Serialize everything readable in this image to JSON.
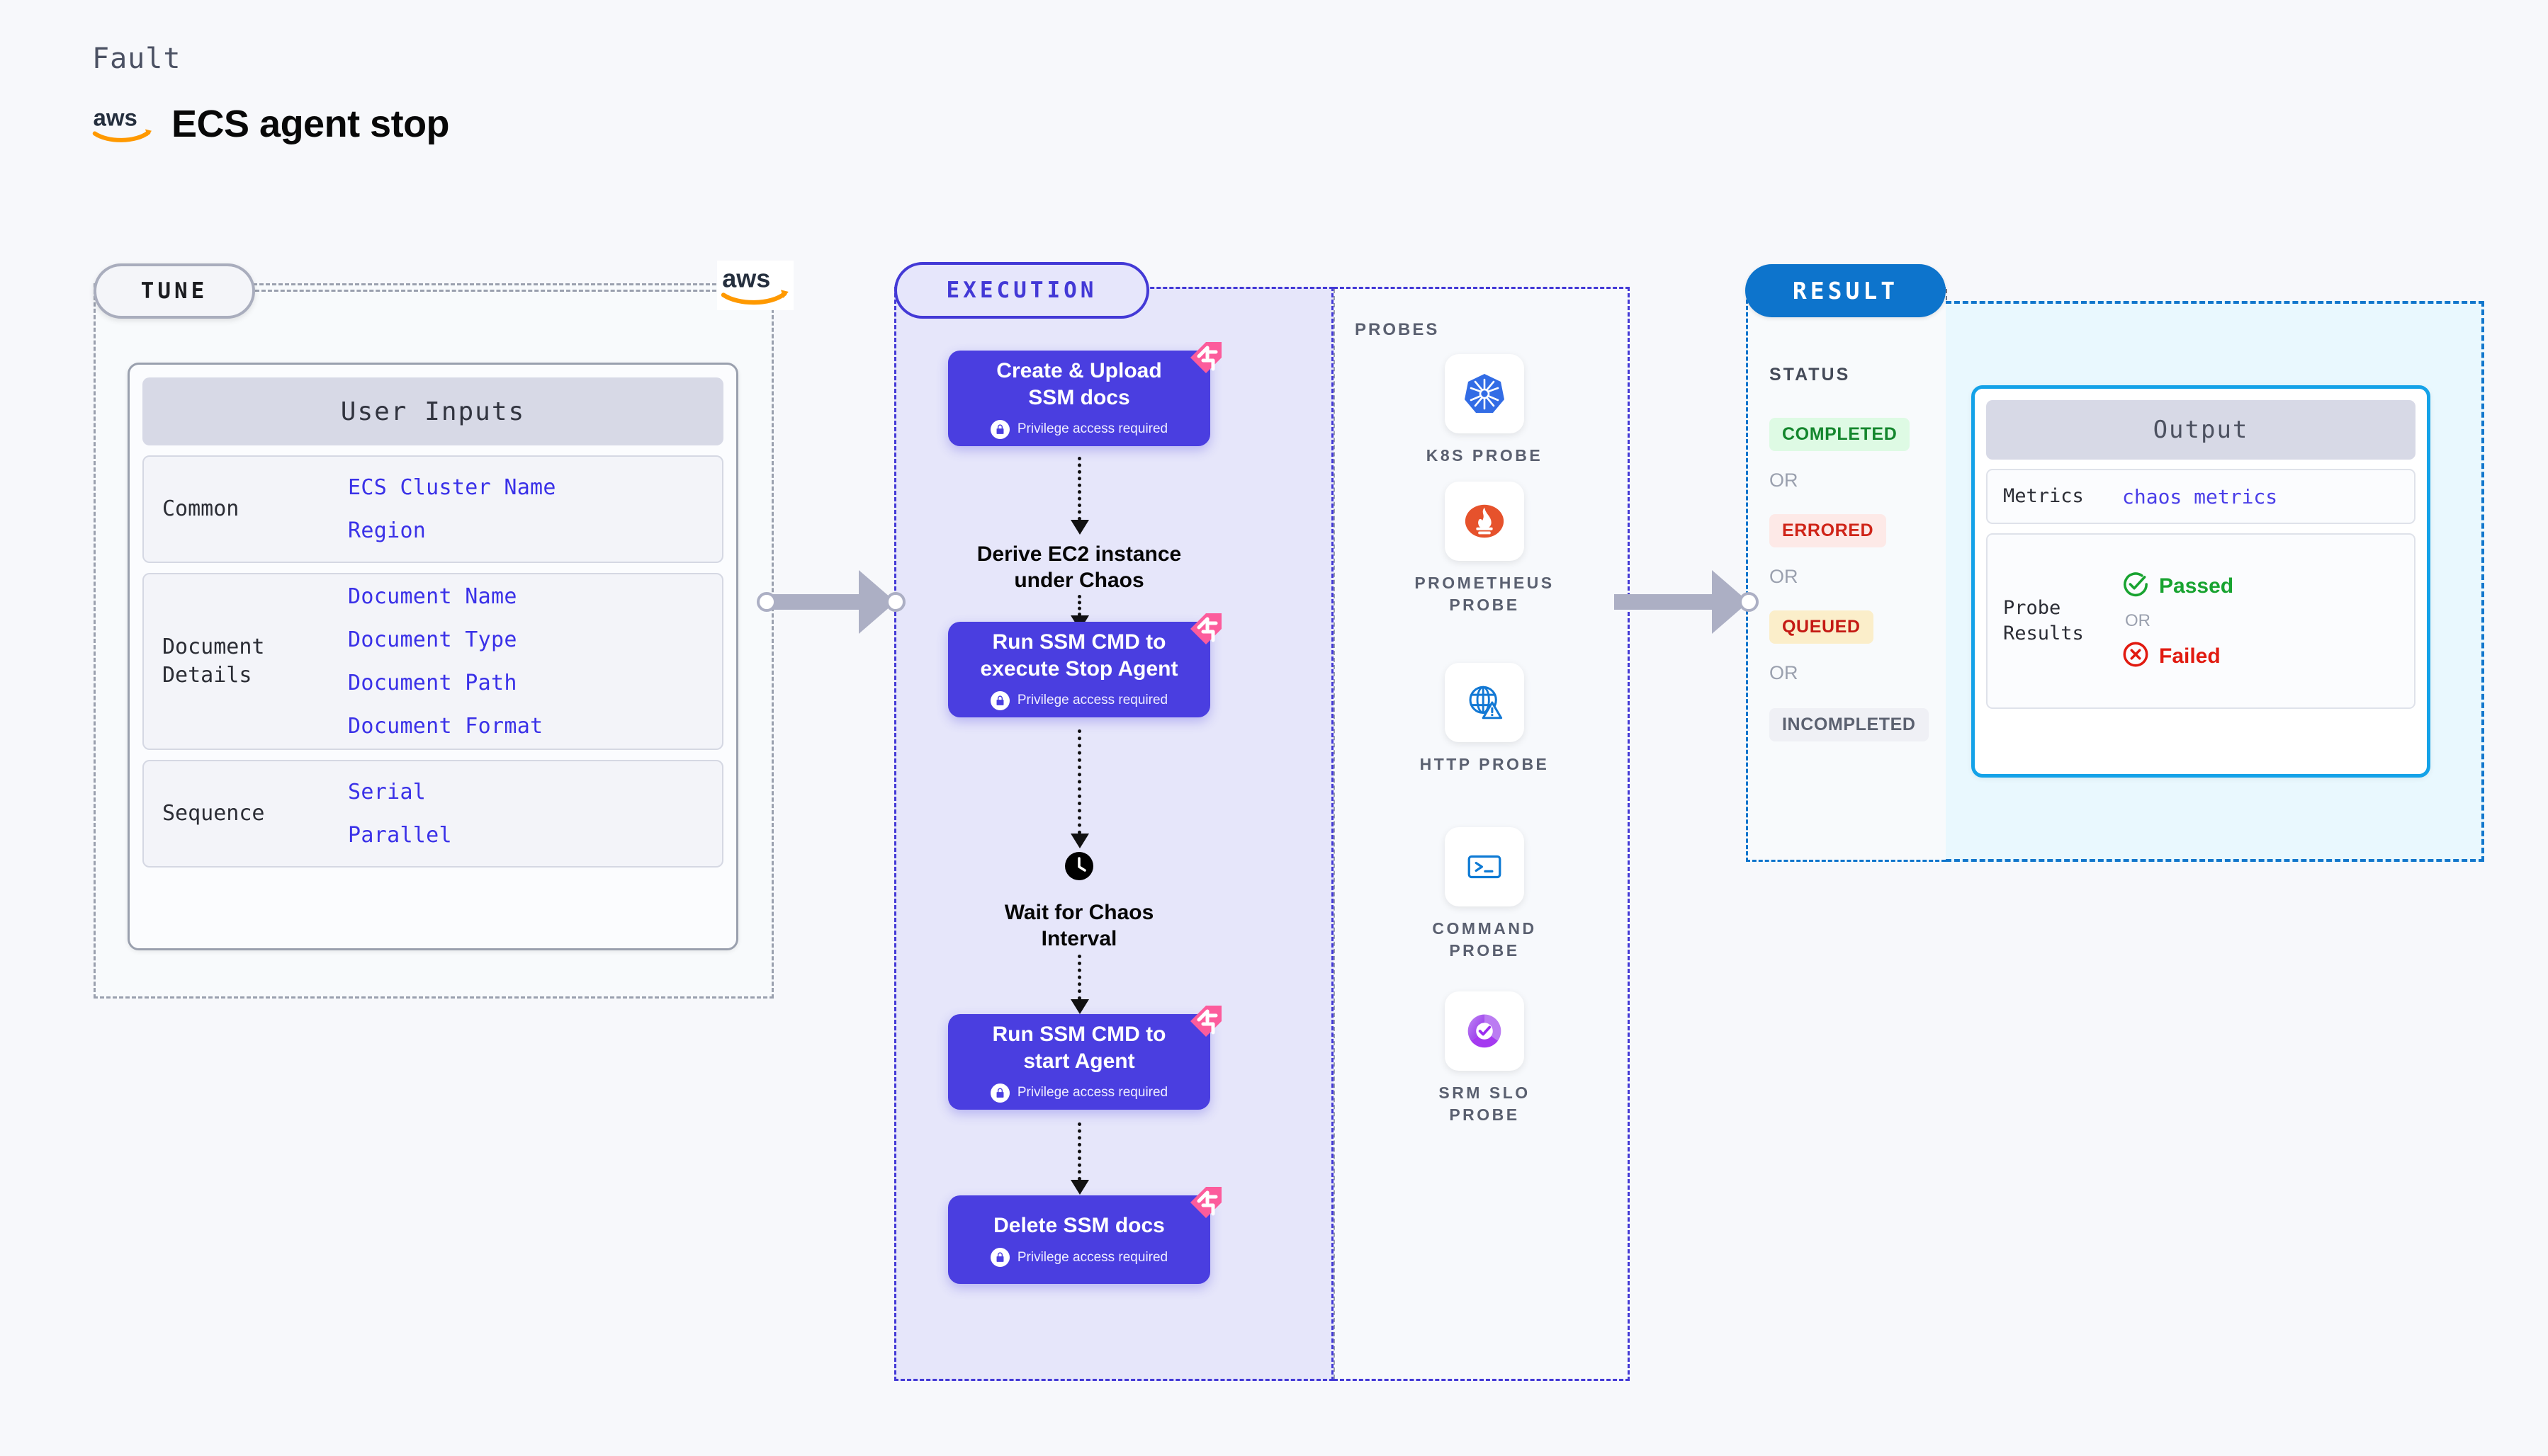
{
  "header": {
    "kicker": "Fault",
    "title": "ECS agent stop",
    "logo_icon": "aws-logo"
  },
  "tune": {
    "pill_label": "TUNE",
    "badge_logo_icon": "aws-logo",
    "card": {
      "header": "User Inputs",
      "groups": [
        {
          "label": "Common",
          "values": [
            "ECS Cluster Name",
            "Region"
          ]
        },
        {
          "label": "Document\nDetails",
          "label_line1": "Document",
          "label_line2": "Details",
          "values": [
            "Document Name",
            "Document Type",
            "Document Path",
            "Document Format"
          ]
        },
        {
          "label": "Sequence",
          "values": [
            "Serial",
            "Parallel"
          ]
        }
      ]
    }
  },
  "execution": {
    "pill_label": "EXECUTION",
    "privilege_note": "Privilege access required",
    "nodes": [
      {
        "type": "task",
        "title_line1": "Create & Upload",
        "title_line2": "SSM docs",
        "privileged": true,
        "ribbon": true
      },
      {
        "type": "plain",
        "title_line1": "Derive EC2 instance",
        "title_line2": "under Chaos",
        "icon": "none"
      },
      {
        "type": "task",
        "title_line1": "Run SSM CMD to",
        "title_line2": "execute Stop Agent",
        "privileged": true,
        "ribbon": true
      },
      {
        "type": "plain",
        "title_line1": "Wait for Chaos",
        "title_line2": "Interval",
        "icon": "clock-icon"
      },
      {
        "type": "task",
        "title_line1": "Run SSM CMD to",
        "title_line2": "start Agent",
        "privileged": true,
        "ribbon": true
      },
      {
        "type": "task",
        "title_line1": "Delete SSM docs",
        "title_line2": "",
        "privileged": true,
        "ribbon": true
      }
    ]
  },
  "probes": {
    "section_label": "PROBES",
    "items": [
      {
        "icon": "kubernetes-icon",
        "label_line1": "K8S  PROBE",
        "label_line2": ""
      },
      {
        "icon": "prometheus-icon",
        "label_line1": "PROMETHEUS",
        "label_line2": "PROBE"
      },
      {
        "icon": "http-globe-warning-icon",
        "label_line1": "HTTP  PROBE",
        "label_line2": ""
      },
      {
        "icon": "terminal-icon",
        "label_line1": "COMMAND",
        "label_line2": "PROBE"
      },
      {
        "icon": "srm-slo-icon",
        "label_line1": "SRM  SLO",
        "label_line2": "PROBE"
      }
    ]
  },
  "result": {
    "pill_label": "RESULT",
    "status_label": "STATUS",
    "or_label": "OR",
    "statuses": [
      {
        "text": "COMPLETED",
        "bg": "#defae4",
        "fg": "#14862d"
      },
      {
        "text": "ERRORED",
        "bg": "#fde9e7",
        "fg": "#cf2418"
      },
      {
        "text": "QUEUED",
        "bg": "#fbeeca",
        "fg": "#c41a14"
      },
      {
        "text": "INCOMPLETED",
        "bg": "#eff0f5",
        "fg": "#5b6170"
      }
    ]
  },
  "output": {
    "header": "Output",
    "metrics_label": "Metrics",
    "metrics_value": "chaos metrics",
    "probe_results_label_line1": "Probe",
    "probe_results_label_line2": "Results",
    "passed_text": "Passed",
    "failed_text": "Failed",
    "or_label": "OR"
  },
  "colors": {
    "accent_purple": "#4a3ee0",
    "accent_blue": "#0d74cc",
    "output_border": "#14a2e8",
    "ribbon_pink": "#fc5c9c",
    "pass_green": "#18a330",
    "fail_red": "#e11a10",
    "aws_orange": "#ff9900"
  }
}
